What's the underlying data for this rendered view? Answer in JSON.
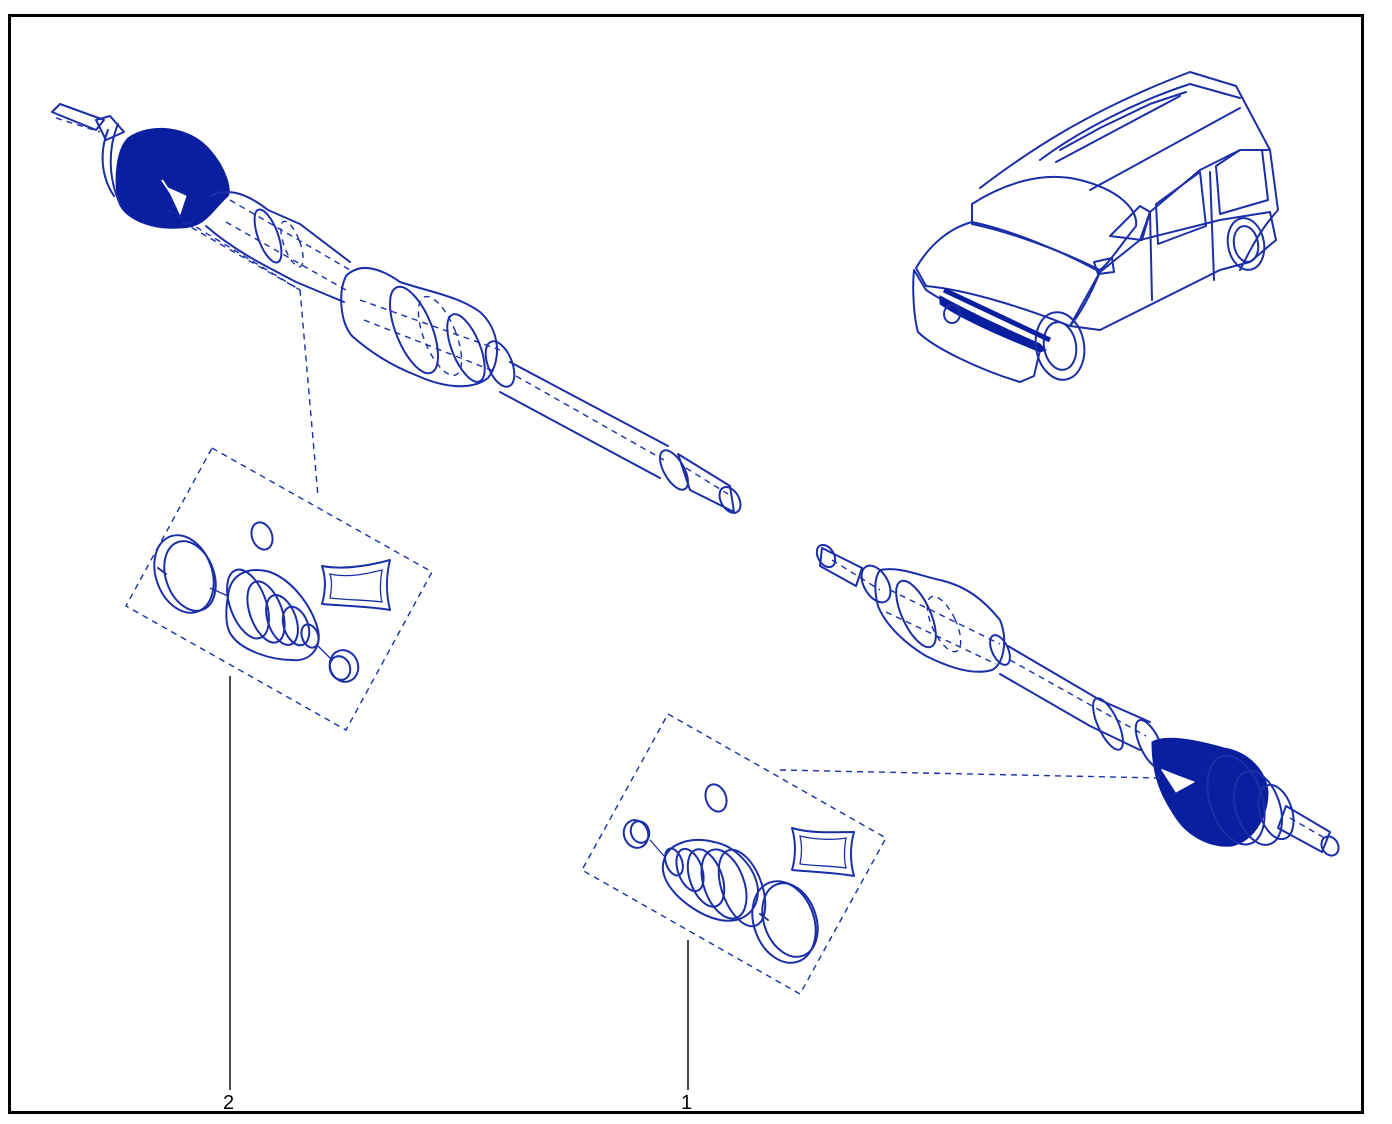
{
  "diagram": {
    "ink_color": "#1b2fa8",
    "fill_color": "#0a1fa0",
    "callouts": [
      {
        "id": "callout-1",
        "label": "1"
      },
      {
        "id": "callout-2",
        "label": "2"
      }
    ],
    "parts": [
      "driveshaft-left",
      "driveshaft-right",
      "boot-kit-2",
      "boot-kit-1",
      "vehicle-thumbnail"
    ]
  }
}
